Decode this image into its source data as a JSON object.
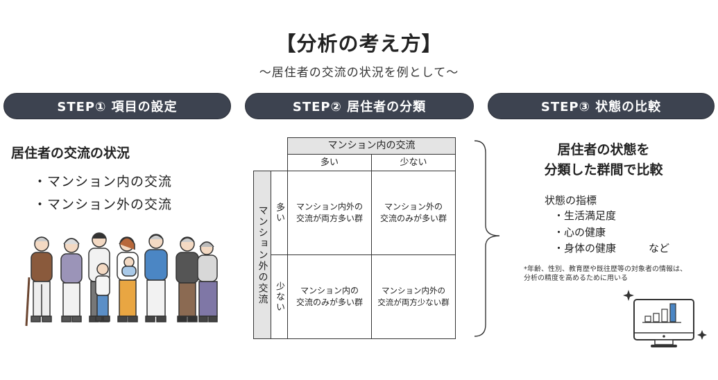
{
  "title": "【分析の考え方】",
  "subtitle": "〜居住者の交流の状況を例として〜",
  "steps": [
    "STEP① 項目の設定",
    "STEP② 居住者の分類",
    "STEP③ 状態の比較"
  ],
  "step1": {
    "heading": "居住者の交流の状況",
    "items": [
      "・マンション内の交流",
      "・マンション外の交流"
    ]
  },
  "step2": {
    "col_header": "マンション内の交流",
    "col_labels": [
      "多い",
      "少ない"
    ],
    "row_header": "マンション外の交流",
    "row_labels": [
      "多い",
      "少ない"
    ],
    "cells": [
      [
        "マンション内外の\n交流が両方多い群",
        "マンション外の\n交流のみが多い群"
      ],
      [
        "マンション内の\n交流のみが多い群",
        "マンション内外の\n交流が両方少ない群"
      ]
    ]
  },
  "step3": {
    "heading_lines": [
      "居住者の状態を",
      "分類した群間で比較"
    ],
    "index_title": "状態の指標",
    "indices": [
      "・生活満足度",
      "・心の健康",
      "・身体の健康"
    ],
    "etc": "など",
    "note": "*年齢、性別、教育歴や既往歴等の対象者の情報は、分析の精度を高めるために用いる"
  },
  "colors": {
    "step_bg": "#3d4350",
    "matrix_header_bg": "#e4e4e4"
  },
  "icons": [
    "family-illustration",
    "monitor-chart-icon",
    "sparkle-icon",
    "curly-brace"
  ]
}
